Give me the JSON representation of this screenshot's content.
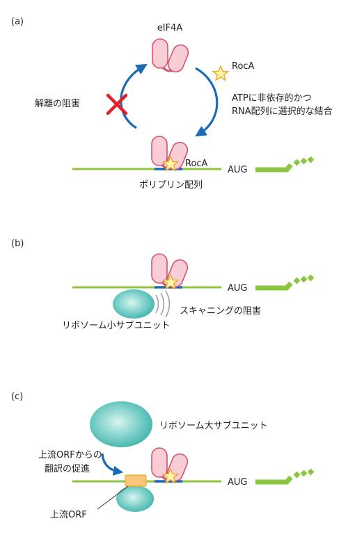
{
  "panels": {
    "a": {
      "label": "(a)",
      "eif4a": "eIF4A",
      "roca_free": "RocA",
      "roca_bound": "RocA",
      "binding_line1": "ATPに非依存的かつ",
      "binding_line2": "RNA配列に選択的な結合",
      "unwinding_block": "解離の阻害",
      "polypurine": "ポリプリン配列",
      "aug": "AUG"
    },
    "b": {
      "label": "(b)",
      "aug": "AUG",
      "small_subunit": "リボソーム小サブユニット",
      "scanning_block": "スキャニングの阻害"
    },
    "c": {
      "label": "(c)",
      "aug": "AUG",
      "large_subunit": "リボソーム大サブユニット",
      "promote_line1": "上流ORFからの",
      "promote_line2": "翻訳の促進",
      "uorf": "上流ORF"
    }
  },
  "colors": {
    "mrna": "#8cc63f",
    "polypurine": "#1a6bb5",
    "eif4a_fill": "#f9cdd5",
    "eif4a_stroke": "#d9506e",
    "arrow": "#1a6bb5",
    "cross": "#e1202a",
    "star_fill": "#fff3a8",
    "star_stroke": "#e8a629",
    "ribosome": "#5ec5bd",
    "uorf_fill": "#fbc57a",
    "uorf_stroke": "#e8a629"
  }
}
